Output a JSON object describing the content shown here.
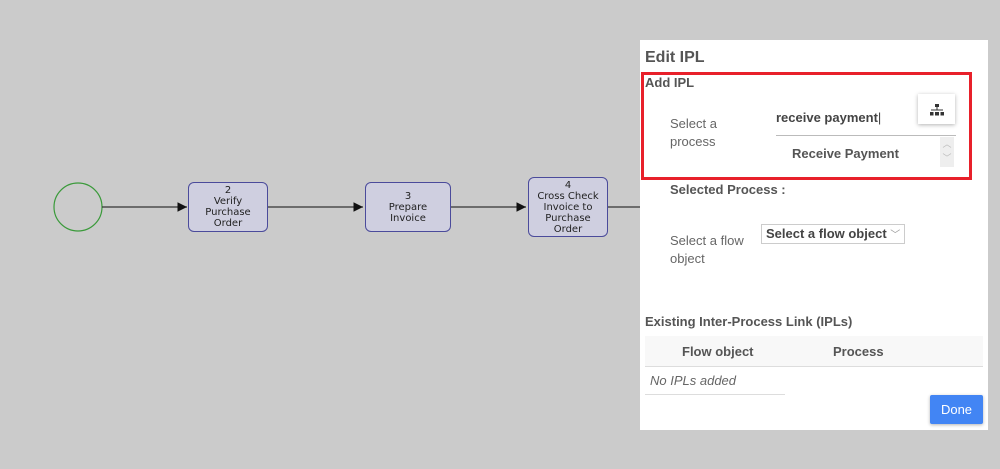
{
  "diagram": {
    "nodes": [
      {
        "num": "2",
        "text": "Verify Purchase Order"
      },
      {
        "num": "3",
        "text": "Prepare Invoice"
      },
      {
        "num": "4",
        "text": "Cross Check Invoice to Purchase Order"
      }
    ]
  },
  "dialog": {
    "title": "Edit IPL",
    "add_ipl": "Add IPL",
    "select_process_label": "Select a process",
    "process_search_value": "receive payment",
    "process_option": "Receive Payment",
    "selected_process_label": "Selected Process :",
    "select_flow_label": "Select a flow object",
    "flow_select_value": "Select a flow object",
    "existing_title": "Existing Inter-Process Link (IPLs)",
    "table_headers": [
      "Flow object",
      "Process"
    ],
    "empty_text": "No IPLs added",
    "done_label": "Done"
  },
  "colors": {
    "accent": "#4285f4",
    "highlight": "#e8202a"
  }
}
